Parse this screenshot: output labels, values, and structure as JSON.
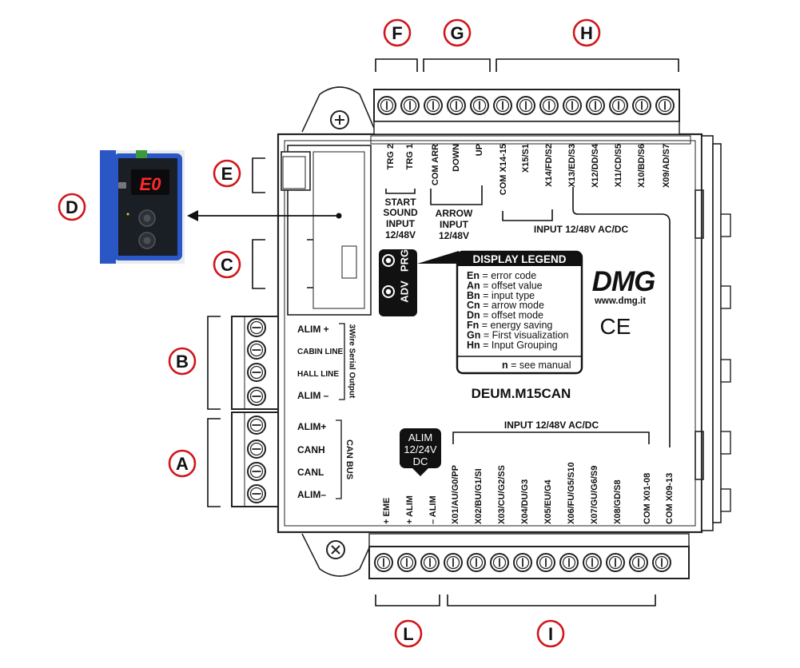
{
  "callouts": {
    "A": "A",
    "B": "B",
    "C": "C",
    "D": "D",
    "E": "E",
    "F": "F",
    "G": "G",
    "H": "H",
    "I": "I",
    "L": "L"
  },
  "top_terminals": {
    "trg2": "TRG 2",
    "trg1": "TRG 1",
    "com_arr": "COM ARR",
    "down": "DOWN",
    "up": "UP",
    "com_x14_15": "COM X14-15",
    "x15": "X15/S1",
    "x14": "X14/FD/S2",
    "x13": "X13/ED/S3",
    "x12": "X12/DD/S4",
    "x11": "X11/CD/S5",
    "x10": "X10/BD/S6",
    "x09": "X09/AD/S7"
  },
  "group_labels": {
    "start_sound": [
      "START",
      "SOUND",
      "INPUT",
      "12/48V"
    ],
    "arrow_input": [
      "ARROW",
      "INPUT",
      "12/48V"
    ],
    "input_top": "INPUT 12/48V AC/DC",
    "input_bottom": "INPUT 12/48V AC/DC"
  },
  "buttons": {
    "prg": "PRG",
    "adv": "ADV"
  },
  "legend": {
    "title": "DISPLAY LEGEND",
    "rows": [
      {
        "code": "En",
        "text": " = error code"
      },
      {
        "code": "An",
        "text": " = offset value"
      },
      {
        "code": "Bn",
        "text": " = input type"
      },
      {
        "code": "Cn",
        "text": " = arrow mode"
      },
      {
        "code": "Dn",
        "text": " = offset mode"
      },
      {
        "code": "Fn",
        "text": " = energy saving"
      },
      {
        "code": "Gn",
        "text": " = First visualization"
      },
      {
        "code": "Hn",
        "text": " = Input Grouping"
      }
    ],
    "note_code": "n",
    "note_text": " = see manual"
  },
  "brand": {
    "logo": "DMG",
    "url": "www.dmg.it",
    "ce": "CE",
    "model": "DEUM.M15CAN"
  },
  "serial_block": {
    "title": "3Wire Serial Output",
    "alim_plus": "ALIM +",
    "cabin_line": "CABIN LINE",
    "hall_line": "HALL LINE",
    "alim_minus": "ALIM –"
  },
  "can_block": {
    "title": "CAN BUS",
    "alim_plus": "ALIM+",
    "canh": "CANH",
    "canl": "CANL",
    "alim_minus": "ALIM–"
  },
  "power_badge": [
    "ALIM",
    "12/24V",
    "DC"
  ],
  "bottom_terminals": {
    "eme": "+ EME",
    "alim_plus": "+ ALIM",
    "alim_minus": "– ALIM",
    "x01": "X01/AU/G0/PP",
    "x02": "X02/BU/G1/SI",
    "x03": "X03/CU/G2/SS",
    "x04": "X04/DU/G3",
    "x05": "X05/EU/G4",
    "x06": "X06/FU/G5/S10",
    "x07": "X07/GU/G6/S9",
    "x08": "X08/GD/S8",
    "com_x01_08": "COM X01-08",
    "com_x09_13": "COM X09-13"
  },
  "display_readout": "E0",
  "colors": {
    "callout_ring": "#d0161b",
    "display_red": "#ff2a2a",
    "device_blue": "#2a56c6",
    "panel_black": "#111111"
  }
}
